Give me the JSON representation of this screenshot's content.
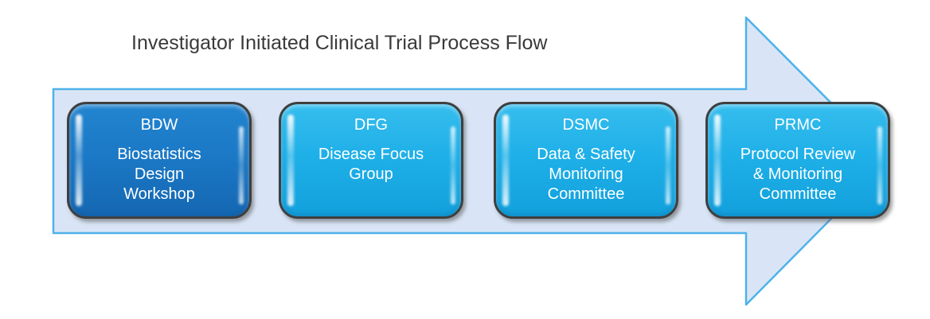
{
  "title": "Investigator Initiated Clinical Trial Process Flow",
  "colors": {
    "background": "#ffffff",
    "title_text": "#3a3a3a",
    "arrow_fill": "#d9e5f6",
    "arrow_stroke": "#4db2ea",
    "stage_dark_blue": "#1b79c6",
    "stage_cyan": "#1fb0e8",
    "stage_border": "#3f3f3f",
    "stage_text": "#ffffff"
  },
  "stages": [
    {
      "acronym": "BDW",
      "variant": "dark",
      "lines": [
        "Biostatistics",
        "Design",
        "Workshop"
      ]
    },
    {
      "acronym": "DFG",
      "variant": "cyan",
      "lines": [
        "Disease Focus",
        "Group"
      ]
    },
    {
      "acronym": "DSMC",
      "variant": "cyan",
      "lines": [
        "Data & Safety",
        "Monitoring",
        "Committee"
      ]
    },
    {
      "acronym": "PRMC",
      "variant": "cyan",
      "lines": [
        "Protocol Review",
        "& Monitoring",
        "Committee"
      ]
    }
  ]
}
